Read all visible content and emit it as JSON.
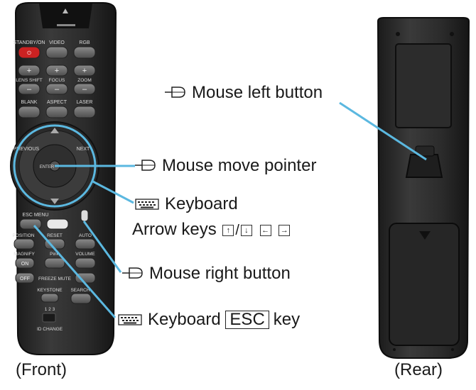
{
  "remote_front": {
    "buttons": {
      "standby": "STANDBY/ON",
      "video": "VIDEO",
      "rgb": "RGB",
      "lens_shift": "LENS SHIFT",
      "focus": "FOCUS",
      "zoom": "ZOOM",
      "blank": "BLANK",
      "aspect": "ASPECT",
      "laser": "LASER",
      "reset": "RESET",
      "auto": "AUTO",
      "position": "POSITION",
      "search": "SEARCH",
      "keystone": "KEYSTONE",
      "volume": "VOLUME",
      "magnify": "MAGNIFY",
      "mute": "MUTE",
      "freeze": "FREEZE",
      "previous": "PREVIOUS",
      "next": "NEXT",
      "enter": "ENTER",
      "esc": "ESC",
      "menu": "MENU",
      "on": "ON",
      "off": "OFF",
      "pinp": "PinP",
      "id_change": "ID CHANGE",
      "id_numbers": "1 2 3"
    }
  },
  "labels": {
    "mouse_left": "Mouse left button",
    "mouse_move": "Mouse move pointer",
    "keyboard": "Keyboard",
    "arrow_keys": "Arrow keys",
    "mouse_right": "Mouse right button",
    "keyboard_esc_prefix": "Keyboard",
    "esc_key": "ESC",
    "key_word": "key"
  },
  "captions": {
    "front": "(Front)",
    "rear": "(Rear)"
  },
  "colors": {
    "remote_body": "#2e2e2e",
    "remote_edge": "#101010",
    "callout": "#5bb8e0",
    "button_gray": "#6e6e6e",
    "power_red": "#cc2222"
  },
  "icons": [
    "mouse-icon",
    "keyboard-icon",
    "up-arrow-key",
    "down-arrow-key",
    "left-arrow-key",
    "right-arrow-key"
  ]
}
